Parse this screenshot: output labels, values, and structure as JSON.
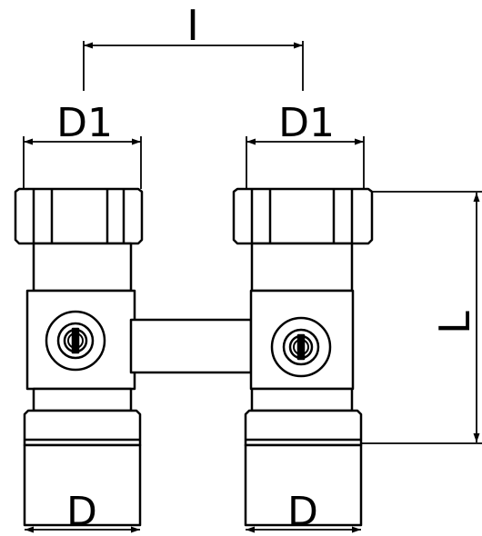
{
  "dimensions": {
    "center_distance": "I",
    "inlet_thread_left": "D1",
    "inlet_thread_right": "D1",
    "outlet_thread_left": "D",
    "outlet_thread_right": "D",
    "overall_length": "L"
  },
  "colors": {
    "line": "#000000",
    "fill": "#ffffff"
  }
}
